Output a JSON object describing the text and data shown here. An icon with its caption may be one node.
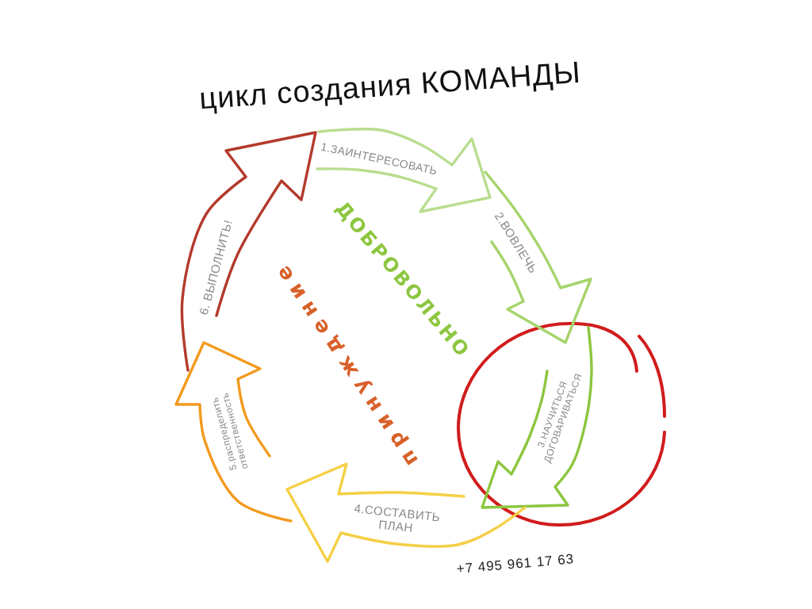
{
  "diagram": {
    "title": "цикл создания КОМАНДЫ",
    "nodes": [
      {
        "text": [
          "1.ЗАИНТЕРЕСОВАТЬ"
        ]
      },
      {
        "text": [
          "2.ВОВЛЕЧЬ"
        ]
      },
      {
        "text": [
          "3.НАУЧИТЬСЯ ДОГОВАРИВАТЬСЯ"
        ]
      },
      {
        "text": [
          "4.СОСТАВИТЬ ПЛАН"
        ]
      },
      {
        "text": [
          "5.распределить ответственность"
        ]
      },
      {
        "text": [
          "6. ВЫПОЛНИТЬ!"
        ]
      }
    ],
    "labels": [
      "ДОБРОВОЛЬНО",
      "принуждение",
      "+7 495 961 17 63"
    ]
  }
}
